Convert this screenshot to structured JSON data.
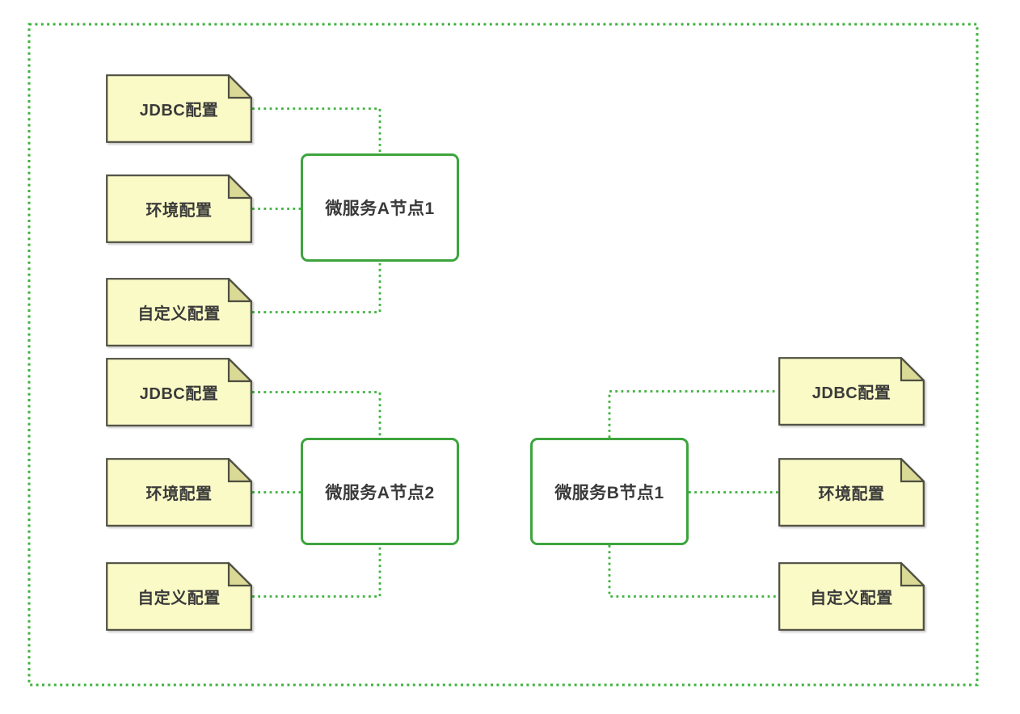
{
  "diagram": {
    "nodes": [
      {
        "id": "a1",
        "label": "微服务A节点1"
      },
      {
        "id": "a2",
        "label": "微服务A节点2"
      },
      {
        "id": "b1",
        "label": "微服务B节点1"
      }
    ],
    "notes": [
      {
        "label": "JDBC配置",
        "attached_to": "a1"
      },
      {
        "label": "环境配置",
        "attached_to": "a1"
      },
      {
        "label": "自定义配置",
        "attached_to": "a1"
      },
      {
        "label": "JDBC配置",
        "attached_to": "a2"
      },
      {
        "label": "环境配置",
        "attached_to": "a2"
      },
      {
        "label": "自定义配置",
        "attached_to": "a2"
      },
      {
        "label": "JDBC配置",
        "attached_to": "b1"
      },
      {
        "label": "环境配置",
        "attached_to": "b1"
      },
      {
        "label": "自定义配置",
        "attached_to": "b1"
      }
    ],
    "colors": {
      "line_green": "#3cb23c",
      "box_green": "#3da43d",
      "note_fill": "#fafac6",
      "note_fold": "#dada96",
      "note_border": "#4e4e42",
      "text_color": "#3a3a3a",
      "background": "#ffffff"
    }
  }
}
